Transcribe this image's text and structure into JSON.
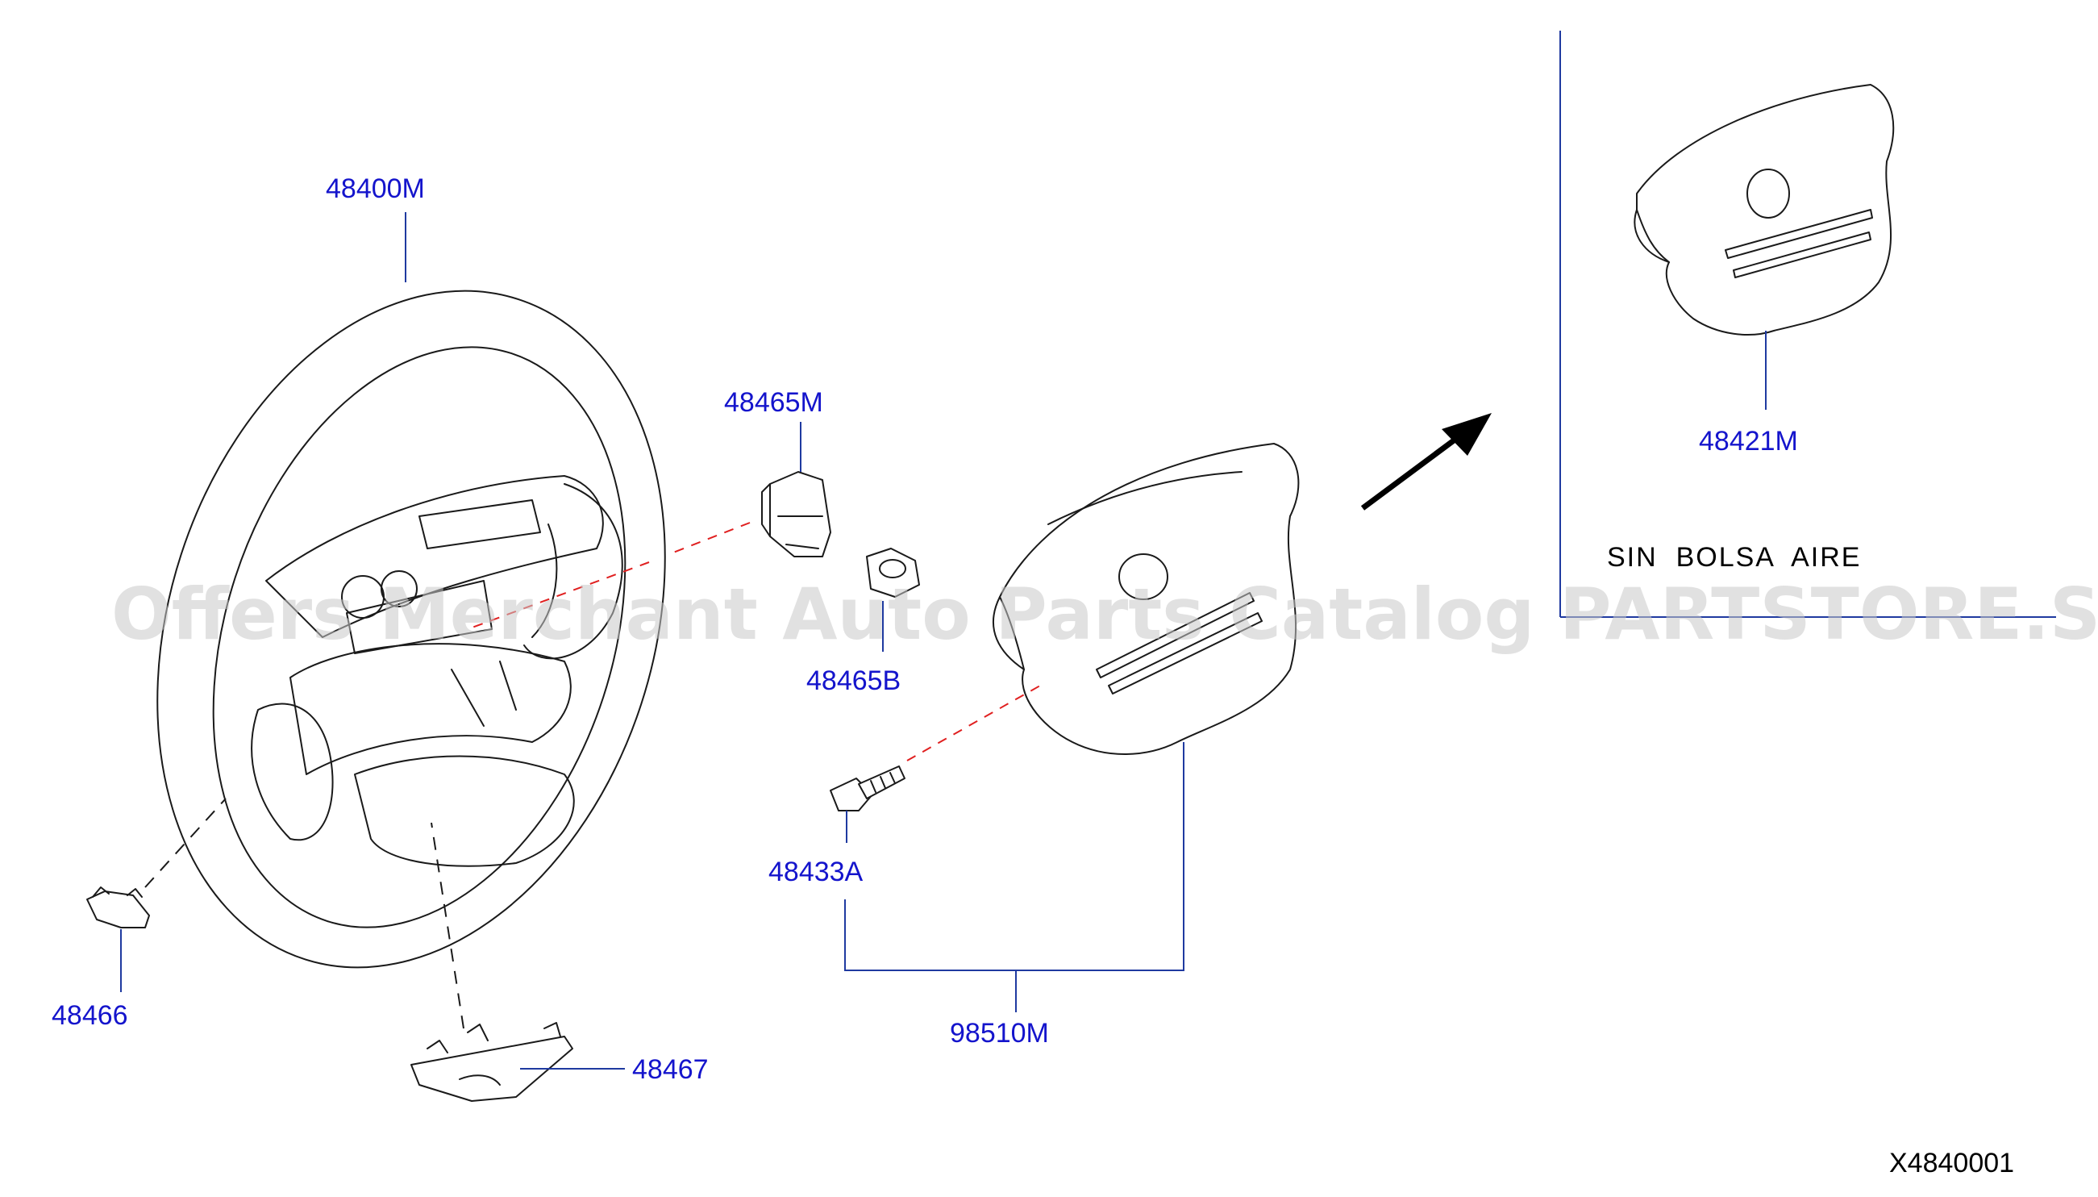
{
  "parts": {
    "steering_wheel": "48400M",
    "switch": "48465M",
    "nut": "48465B",
    "bolt": "48433A",
    "lower_finisher": "48466",
    "bottom_cover": "48467",
    "airbag_module_assembly": "98510M",
    "horn_pad": "48421M"
  },
  "note": "SIN  BOLSA  AIRE",
  "diagram_code": "X4840001",
  "watermark": "Offers Merchant Auto Parts Catalog PARTSTORE.SA",
  "colors": {
    "label": "#1414cc",
    "leader": "#1f3aa0",
    "dashed_axis": "#e02020",
    "line_art": "#1a1a1a",
    "watermark": "#c8c8c8"
  }
}
